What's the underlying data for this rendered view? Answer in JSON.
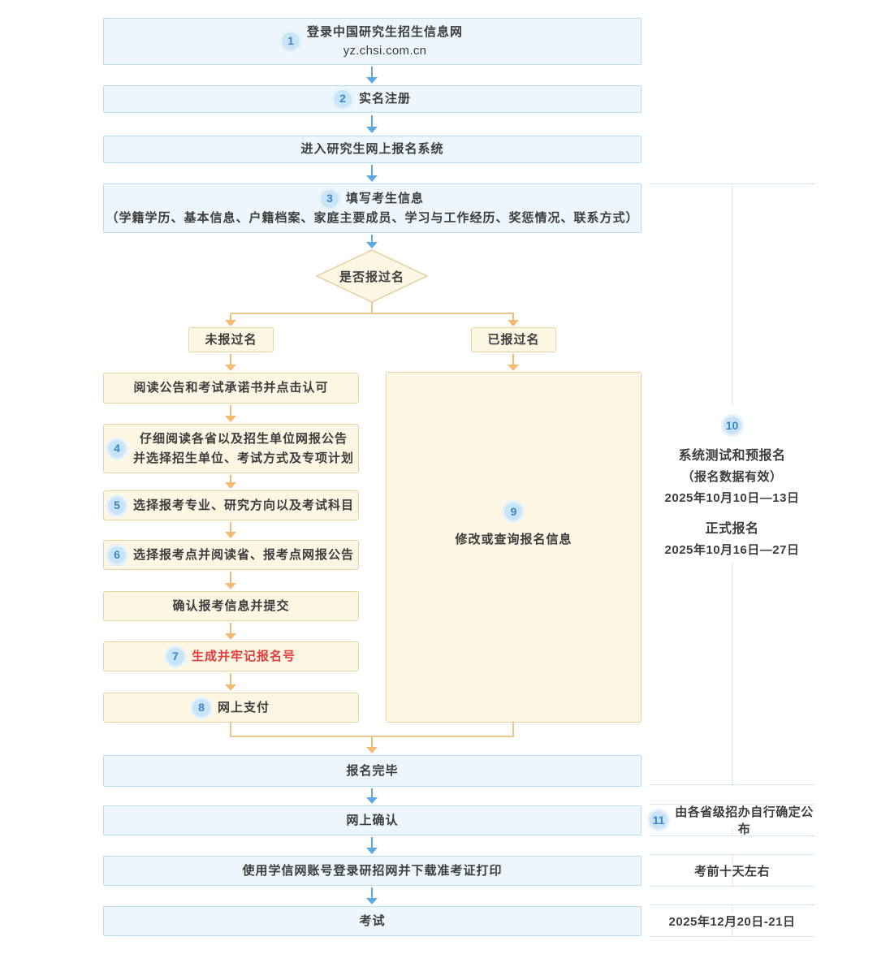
{
  "flow": {
    "top": [
      {
        "num": "1",
        "title": "登录中国研究生招生信息网",
        "sub": "yz.chsi.com.cn"
      },
      {
        "num": "2",
        "title": "实名注册"
      },
      {
        "title": "进入研究生网上报名系统"
      },
      {
        "num": "3",
        "title": "填写考生信息",
        "sub": "（学籍学历、基本信息、户籍档案、家庭主要成员、学习与工作经历、奖惩情况、联系方式）"
      }
    ],
    "decision": {
      "label": "是否报过名",
      "no": "未报过名",
      "yes": "已报过名"
    },
    "left": [
      {
        "title": "阅读公告和考试承诺书并点击认可"
      },
      {
        "num": "4",
        "line1": "仔细阅读各省以及招生单位网报公告",
        "line2": "并选择招生单位、考试方式及专项计划"
      },
      {
        "num": "5",
        "title": "选择报考专业、研究方向以及考试科目"
      },
      {
        "num": "6",
        "title": "选择报考点并阅读省、报考点网报公告"
      },
      {
        "title": "确认报考信息并提交"
      },
      {
        "num": "7",
        "title": "生成并牢记报名号"
      },
      {
        "num": "8",
        "title": "网上支付"
      }
    ],
    "right": {
      "num": "9",
      "title": "修改或查询报名信息"
    },
    "bottom": [
      {
        "title": "报名完毕"
      },
      {
        "title": "网上确认"
      },
      {
        "title": "使用学信网账号登录研招网并下载准考证打印"
      },
      {
        "title": "考试"
      }
    ]
  },
  "timeline": {
    "phase10": {
      "num": "10",
      "line1": "系统测试和预报名",
      "line2": "（报名数据有效）",
      "line3": "2025年10月10日—13日",
      "line4": "正式报名",
      "line5": "2025年10月16日—27日"
    },
    "note11": {
      "num": "11",
      "text": "由各省级招办自行确定公布"
    },
    "note12": {
      "text": "考前十天左右"
    },
    "note13": {
      "text": "2025年12月20日-21日"
    }
  },
  "colors": {
    "blue_fill": "#edf6fc",
    "blue_border": "#b9dcef",
    "cream_fill": "#fdf6e3",
    "cream_border": "#e8d3a2",
    "arrow_blue": "#5fa9e3",
    "arrow_orange": "#f3ba72",
    "connector_orange": "#e9c88d",
    "number_circle_fill": "#c9e4f7",
    "number_circle_text": "#3c86c6",
    "timeline_line": "#cfe4f0",
    "highlight_red": "#e23d3d"
  }
}
